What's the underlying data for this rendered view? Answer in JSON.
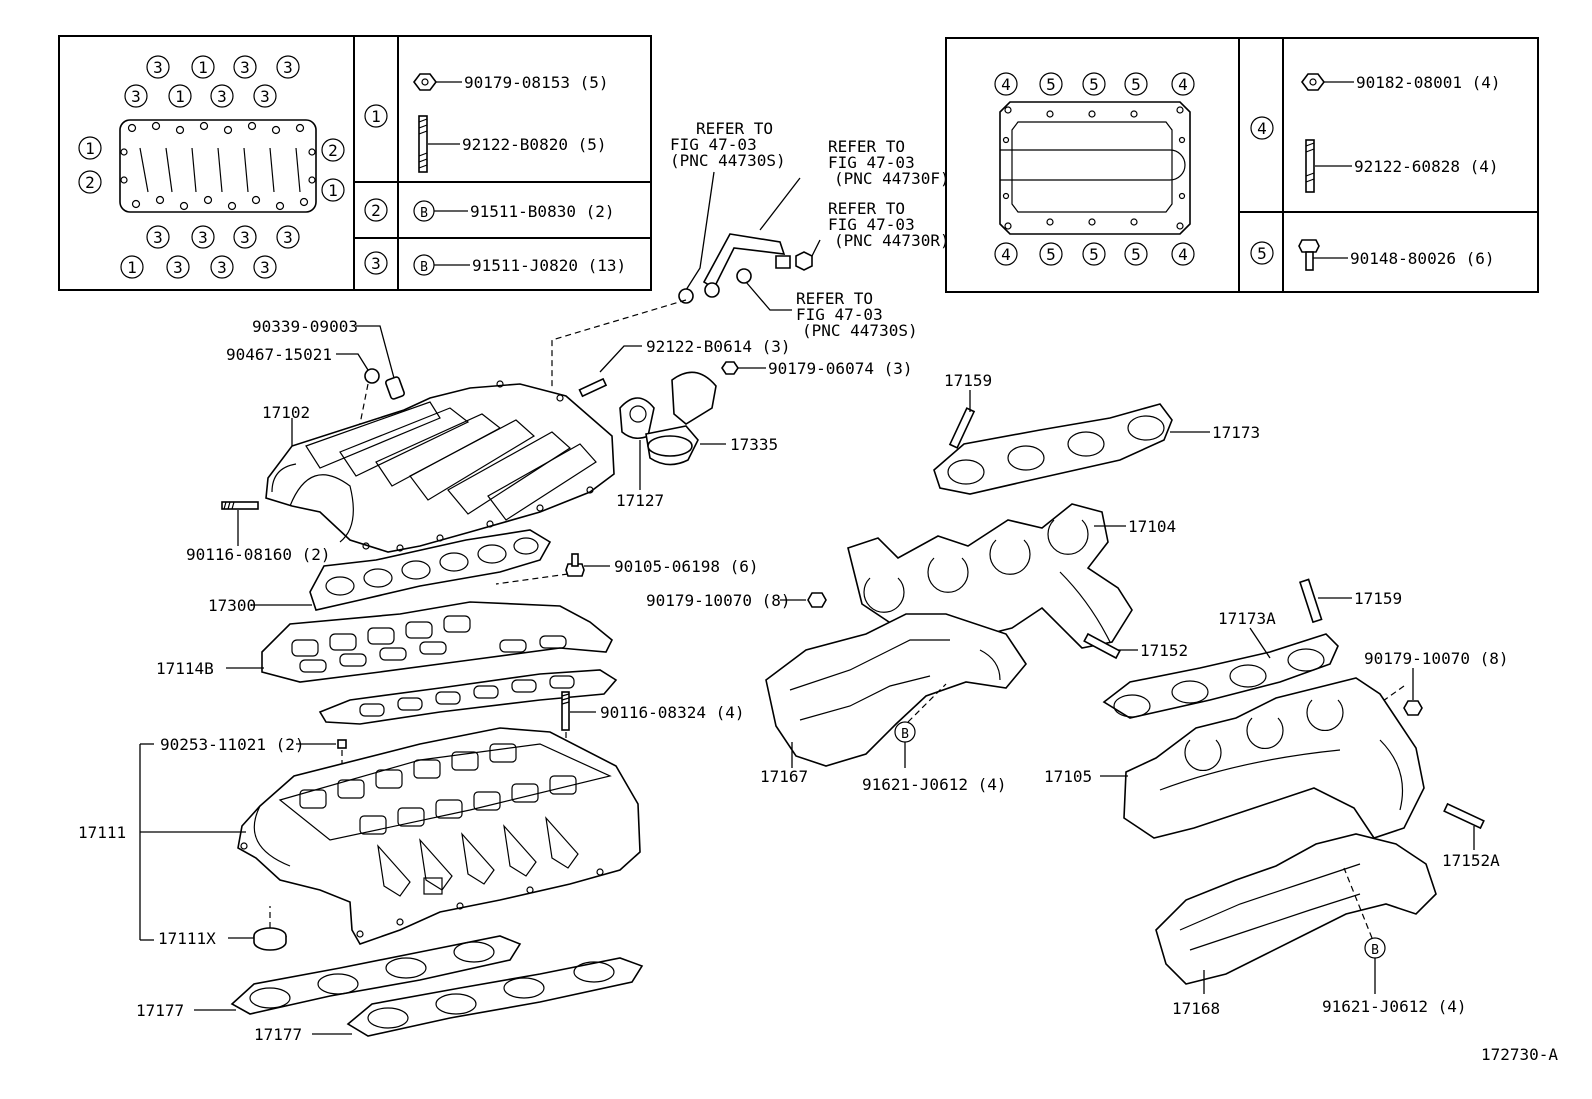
{
  "diagram_id": "172730-A",
  "left_legend": {
    "rows": [
      {
        "key": "1",
        "part": "90179-08153 (5)",
        "part2": "92122-B0820 (5)"
      },
      {
        "key": "2",
        "badge": "B",
        "part": "91511-B0830 (2)"
      },
      {
        "key": "3",
        "badge": "B",
        "part": "91511-J0820 (13)"
      }
    ],
    "grid_top_row1": [
      "3",
      "1",
      "3",
      "3"
    ],
    "grid_top_row2": [
      "3",
      "1",
      "3",
      "3"
    ],
    "grid_left": [
      "1",
      "2"
    ],
    "grid_right": [
      "2",
      "1"
    ],
    "grid_bottom_row1": [
      "3",
      "3",
      "3",
      "3"
    ],
    "grid_bottom_row2": [
      "1",
      "3",
      "3",
      "3"
    ]
  },
  "right_legend": {
    "rows": [
      {
        "key": "4",
        "part": "90182-08001 (4)",
        "part2": "92122-60828 (4)"
      },
      {
        "key": "5",
        "part": "90148-80026 (6)"
      }
    ],
    "grid_top": [
      "4",
      "5",
      "5",
      "5",
      "4"
    ],
    "grid_bottom": [
      "4",
      "5",
      "5",
      "5",
      "4"
    ]
  },
  "refer": {
    "r1": [
      "REFER TO",
      "FIG 47-03",
      "(PNC 44730S)"
    ],
    "r2": [
      "REFER TO",
      "FIG 47-03",
      "(PNC 44730F)"
    ],
    "r3": [
      "REFER TO",
      "FIG 47-03",
      "(PNC 44730R)"
    ],
    "r4": [
      "REFER TO",
      "FIG 47-03",
      "(PNC 44730S)"
    ]
  },
  "labels": {
    "p90339": "90339-09003",
    "p90467": "90467-15021",
    "p17102": "17102",
    "p92122b0614": "92122-B0614 (3)",
    "p90179_06074": "90179-06074 (3)",
    "p17335": "17335",
    "p17127": "17127",
    "p90116_08160": "90116-08160 (2)",
    "p90105": "90105-06198 (6)",
    "p17300": "17300",
    "p17114b": "17114B",
    "p90116_08324": "90116-08324 (4)",
    "p90253": "90253-11021 (2)",
    "p17111": "17111",
    "p17111x": "17111X",
    "p17177a": "17177",
    "p17177b": "17177",
    "p17159a": "17159",
    "p17173": "17173",
    "p17104": "17104",
    "p90179_10070a": "90179-10070 (8)",
    "p17159b": "17159",
    "p17173a": "17173A",
    "p17152": "17152",
    "p90179_10070b": "90179-10070 (8)",
    "p17167": "17167",
    "p91621a": "91621-J0612 (4)",
    "p17105": "17105",
    "p17152a": "17152A",
    "p17168": "17168",
    "p91621b": "91621-J0612 (4)",
    "badge_b": "B"
  }
}
